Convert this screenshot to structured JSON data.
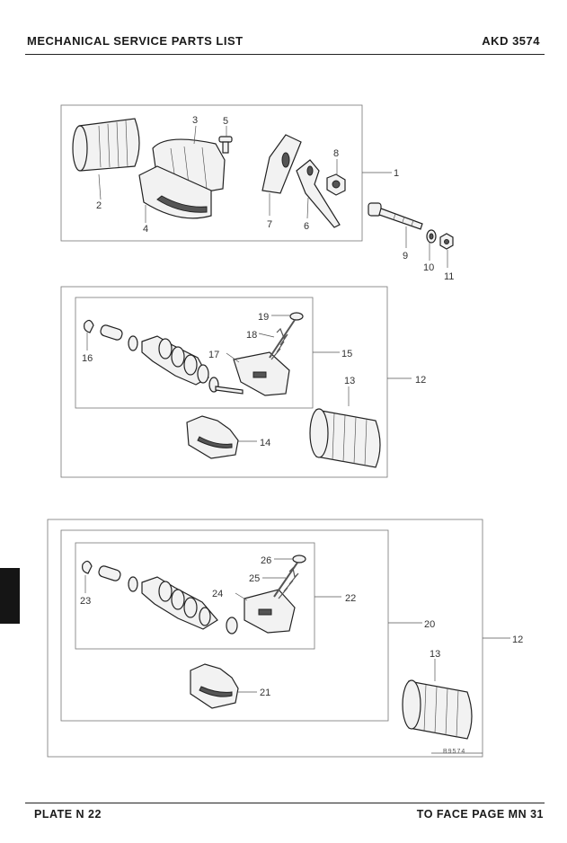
{
  "header": {
    "title": "MECHANICAL SERVICE PARTS LIST",
    "ref": "AKD 3574"
  },
  "footer": {
    "plate": "PLATE N 22",
    "page": "TO FACE PAGE MN 31"
  },
  "figure": {
    "caption": "B9574",
    "callouts": [
      "1",
      "2",
      "3",
      "4",
      "5",
      "6",
      "7",
      "8",
      "9",
      "10",
      "11",
      "12",
      "13",
      "14",
      "15",
      "16",
      "17",
      "18",
      "19",
      "12",
      "13",
      "20",
      "21",
      "22",
      "23",
      "24",
      "25",
      "26"
    ]
  }
}
